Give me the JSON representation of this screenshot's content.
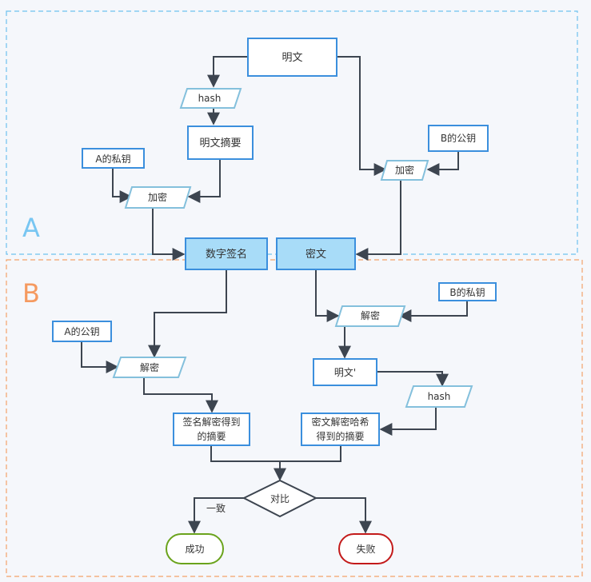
{
  "regions": {
    "a_label": "A",
    "b_label": "B"
  },
  "nodes": {
    "plaintext": "明文",
    "hash_top": "hash",
    "plaintext_digest": "明文摘要",
    "a_private_key": "A的私钥",
    "b_public_key": "B的公钥",
    "encrypt_sign": "加密",
    "encrypt_message": "加密",
    "digital_signature": "数字签名",
    "ciphertext": "密文",
    "b_private_key": "B的私钥",
    "a_public_key": "A的公钥",
    "decrypt_cipher": "解密",
    "decrypt_signature": "解密",
    "plaintext_prime": "明文'",
    "hash_bottom": "hash",
    "signature_digest_line1": "签名解密得到",
    "signature_digest_line2": "的摘要",
    "cipher_digest_line1": "密文解密哈希",
    "cipher_digest_line2": "得到的摘要",
    "compare": "对比",
    "match_label": "一致",
    "success": "成功",
    "failure": "失败"
  },
  "colors": {
    "region_a_border": "#6ec1ee",
    "region_b_border": "#f4a26a",
    "region_a_text": "#78c6f2",
    "region_b_text": "#f59a60",
    "box_border": "#3b8fdd",
    "box_fill": "#ffffff",
    "highlight_fill": "#a8dcf8",
    "parallelogram_border": "#84c0dc",
    "arrow": "#3d4550",
    "success_border": "#6aa31c",
    "failure_border": "#c31a1a",
    "text": "#333333"
  }
}
